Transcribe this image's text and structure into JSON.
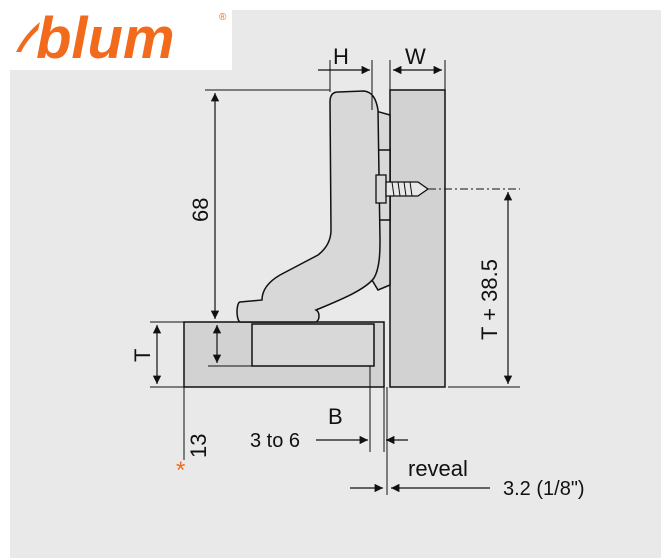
{
  "brand": {
    "name": "blum",
    "registered_mark": "®",
    "color": "#f26a1b"
  },
  "labels": {
    "h": "H",
    "w": "W",
    "height_68": "68",
    "t_plus": "T + 38.5",
    "t": "T",
    "b": "B",
    "b_range": "3 to 6",
    "min_13": "13",
    "asterisk": "*",
    "reveal": "reveal",
    "reveal_value": "3.2 (1/8\")"
  },
  "colors": {
    "background": "#e9e9e9",
    "panel": "#d2d2d2",
    "hinge": "#d8d8d8",
    "outline": "#111111",
    "accent": "#f26a1b"
  }
}
